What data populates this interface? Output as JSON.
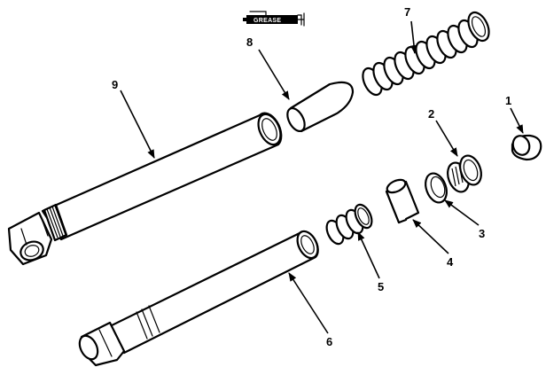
{
  "logo": {
    "text": "GREASE"
  },
  "callouts": [
    {
      "id": "1",
      "label": "1"
    },
    {
      "id": "2",
      "label": "2"
    },
    {
      "id": "3",
      "label": "3"
    },
    {
      "id": "4",
      "label": "4"
    },
    {
      "id": "5",
      "label": "5"
    },
    {
      "id": "6",
      "label": "6"
    },
    {
      "id": "7",
      "label": "7"
    },
    {
      "id": "8",
      "label": "8"
    },
    {
      "id": "9",
      "label": "9"
    }
  ]
}
